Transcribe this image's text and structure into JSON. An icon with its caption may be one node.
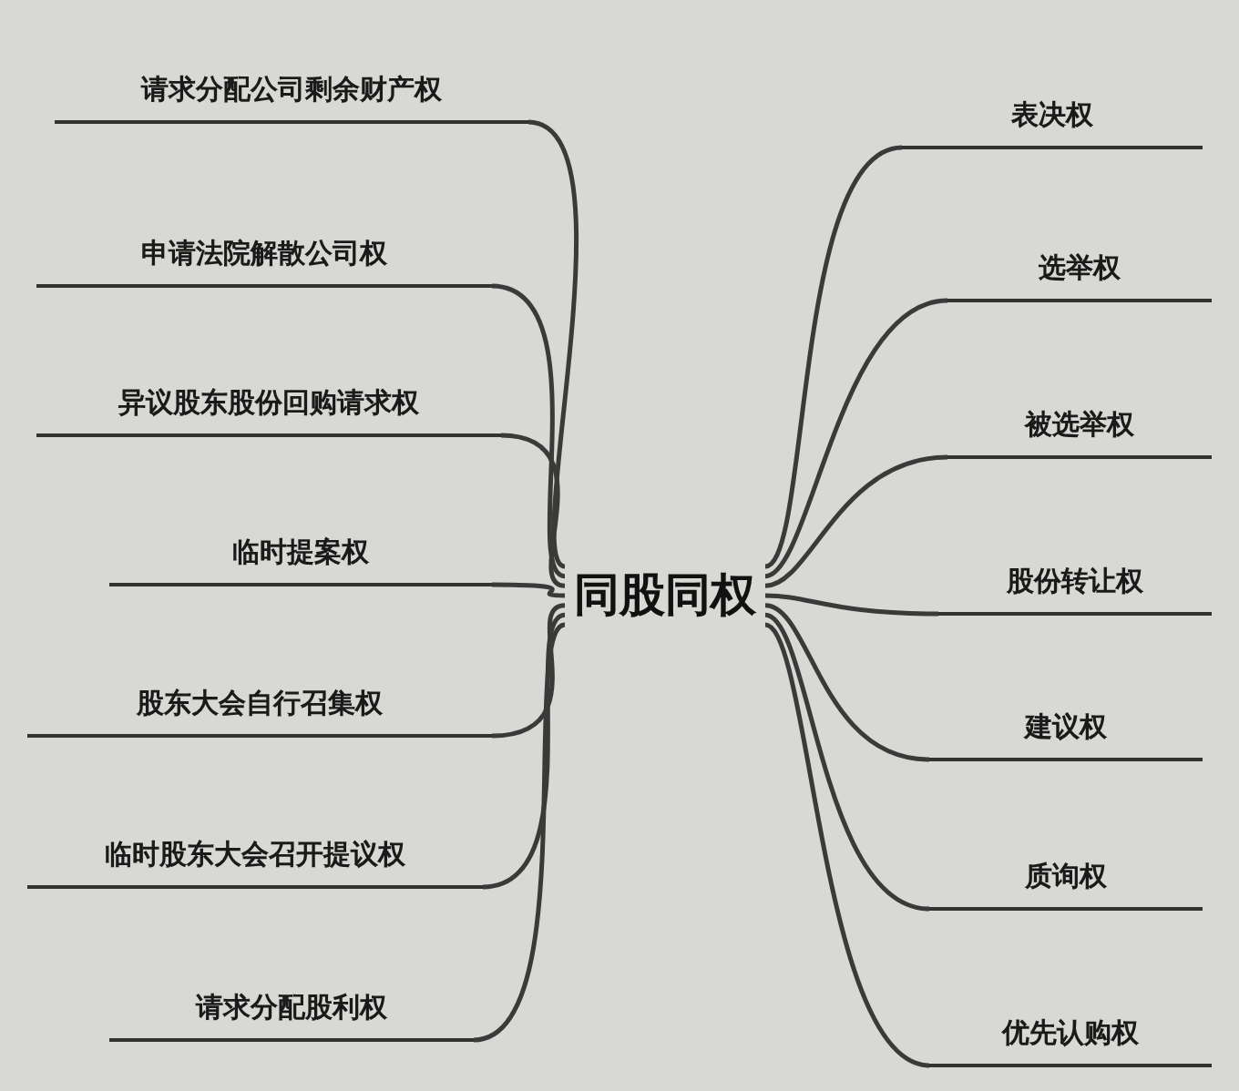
{
  "diagram": {
    "nodes": [
      {
        "text": [
          "同股同权"
        ]
      },
      {
        "text": [
          "请求分配公司剩余财产权"
        ]
      },
      {
        "text": [
          "申请法院解散公司权"
        ]
      },
      {
        "text": [
          "异议股东股份回购请求权"
        ]
      },
      {
        "text": [
          "临时提案权"
        ]
      },
      {
        "text": [
          "股东大会自行召集权"
        ]
      },
      {
        "text": [
          "临时股东大会召开提议权"
        ]
      },
      {
        "text": [
          "请求分配股利权"
        ]
      },
      {
        "text": [
          "表决权"
        ]
      },
      {
        "text": [
          "选举权"
        ]
      },
      {
        "text": [
          "被选举权"
        ]
      },
      {
        "text": [
          "股份转让权"
        ]
      },
      {
        "text": [
          "建议权"
        ]
      },
      {
        "text": [
          "质询权"
        ]
      },
      {
        "text": [
          "优先认购权"
        ]
      }
    ],
    "edges": [
      {
        "from": 0,
        "to": 1,
        "arrow": "none"
      },
      {
        "from": 0,
        "to": 2,
        "arrow": "none"
      },
      {
        "from": 0,
        "to": 3,
        "arrow": "none"
      },
      {
        "from": 0,
        "to": 4,
        "arrow": "none"
      },
      {
        "from": 0,
        "to": 5,
        "arrow": "none"
      },
      {
        "from": 0,
        "to": 6,
        "arrow": "none"
      },
      {
        "from": 0,
        "to": 7,
        "arrow": "none"
      },
      {
        "from": 0,
        "to": 8,
        "arrow": "none"
      },
      {
        "from": 0,
        "to": 9,
        "arrow": "none"
      },
      {
        "from": 0,
        "to": 10,
        "arrow": "none"
      },
      {
        "from": 0,
        "to": 11,
        "arrow": "none"
      },
      {
        "from": 0,
        "to": 12,
        "arrow": "none"
      },
      {
        "from": 0,
        "to": 13,
        "arrow": "none"
      },
      {
        "from": 0,
        "to": 14,
        "arrow": "none"
      }
    ]
  }
}
